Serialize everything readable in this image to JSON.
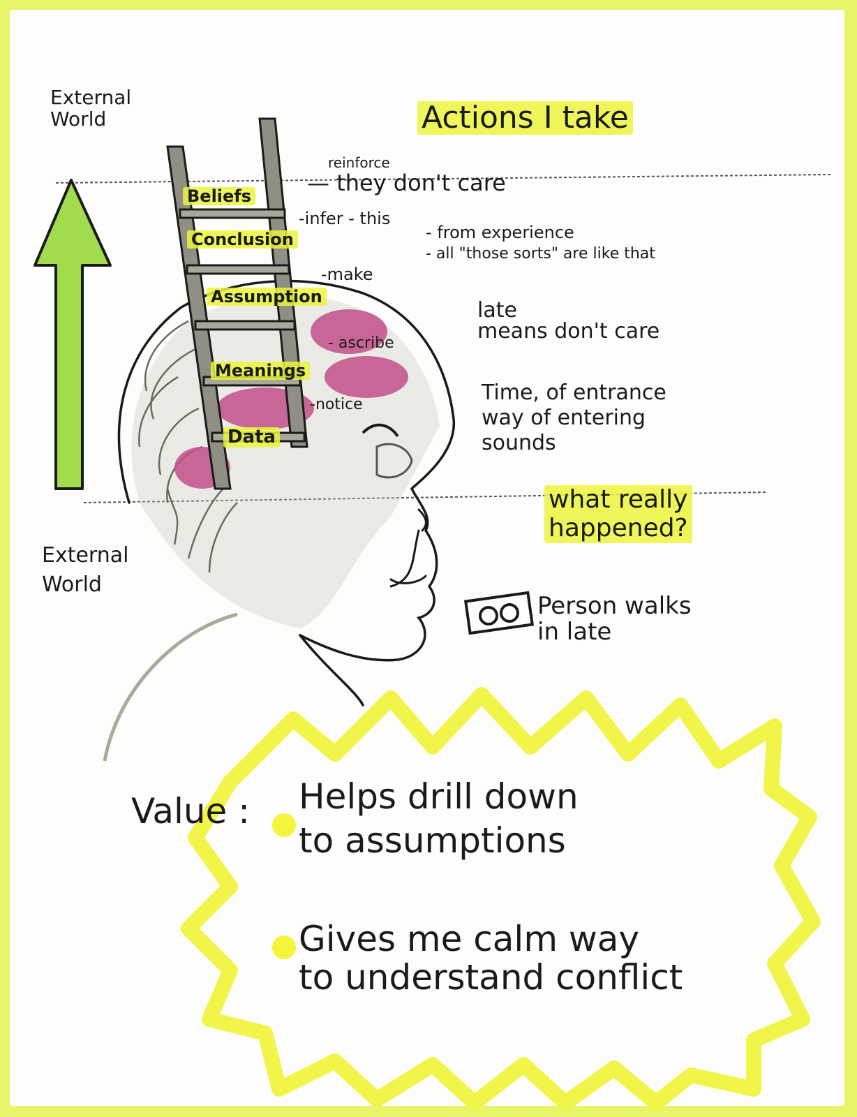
{
  "world_top": "External\nWorld",
  "world_bottom": "External\nWorld",
  "actions": "Actions I take",
  "ladder": [
    {
      "rung": "Beliefs",
      "note_top": "reinforce",
      "note": "— they don't care"
    },
    {
      "rung": "Conclusion",
      "note": "-infer - this"
    },
    {
      "rung": "Assumption",
      "note": "-make",
      "side_a": "- from experience",
      "side_b": "- all \"those sorts\" are like that"
    },
    {
      "rung": "Meanings",
      "note": "- ascribe"
    },
    {
      "rung": "Data",
      "note": "-notice"
    }
  ],
  "meaning_note": "late\nmeans don't care",
  "data_note": "Time, of entrance\nway of entering\nsounds",
  "question": "what really\nhappened?",
  "event": "Person walks\nin late",
  "value_label": "Value :",
  "values": [
    "Helps drill down\nto assumptions",
    "Gives me calm way\nto understand conflict"
  ],
  "colors": {
    "highlight": "#eef53a",
    "border": "#e8f56a",
    "arrow": "#9ad94a",
    "brain": "#c2508a",
    "ink": "#1a1a1a"
  }
}
